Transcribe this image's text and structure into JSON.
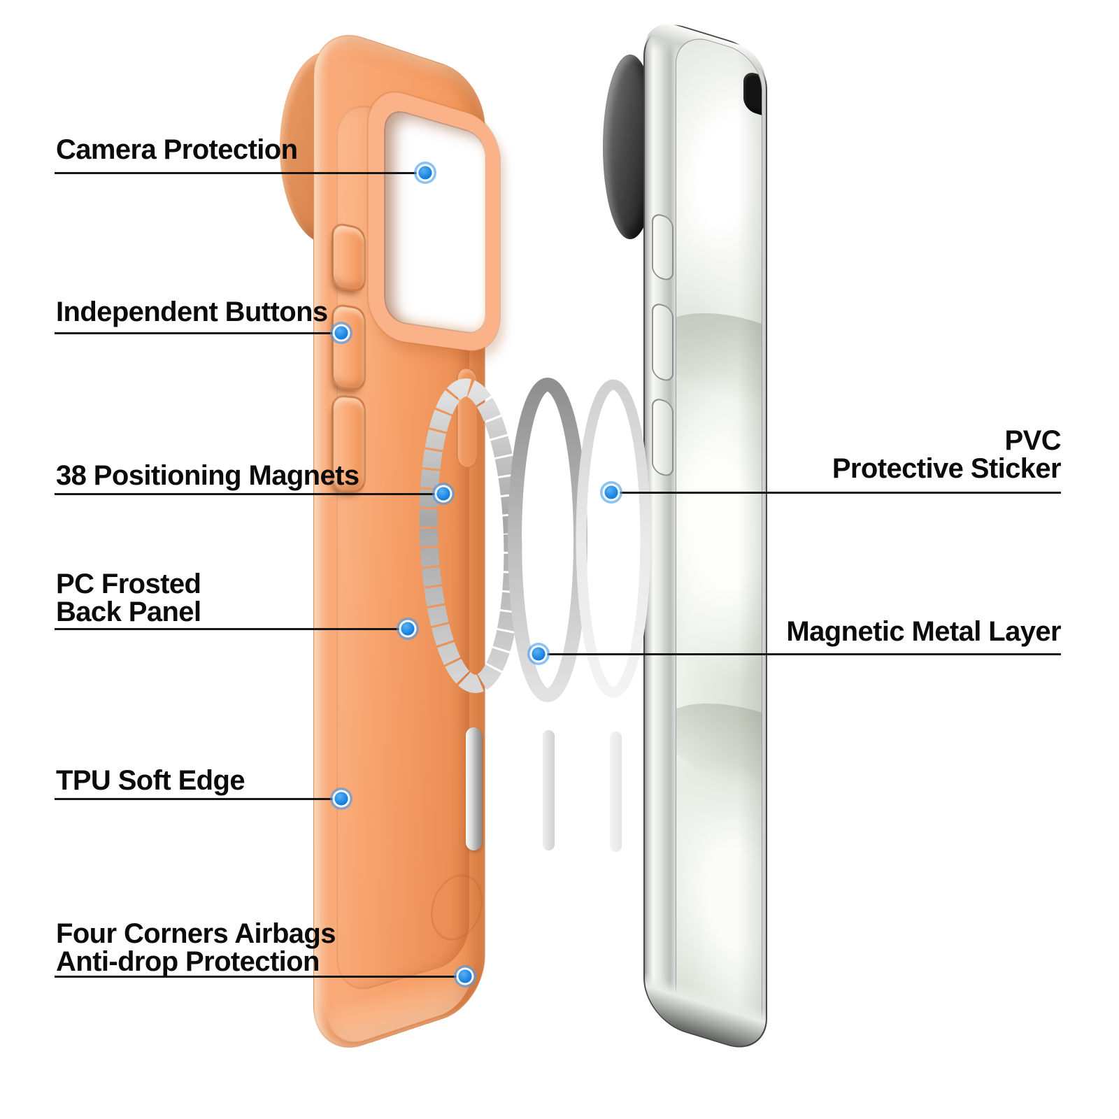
{
  "figure_type": "product-feature-diagram",
  "callouts": {
    "camera_protection": {
      "line1": "Camera Protection"
    },
    "independent_buttons": {
      "line1": "Independent Buttons"
    },
    "positioning_magnets": {
      "line1": "38 Positioning Magnets"
    },
    "pc_frosted": {
      "line1": "PC Frosted",
      "line2": "Back Panel"
    },
    "tpu_soft_edge": {
      "line1": "TPU Soft Edge"
    },
    "four_corners": {
      "line1": "Four Corners Airbags",
      "line2": "Anti-drop Protection"
    },
    "pvc_sticker": {
      "line1": "PVC",
      "line2": "Protective Sticker"
    },
    "magnetic_layer": {
      "line1": "Magnetic Metal Layer"
    }
  },
  "colors": {
    "background": "#ffffff",
    "text": "#0b0b0b",
    "leader_line": "#161616",
    "accent_blue": "#1e88e5",
    "accent_blue_ring": "#64a5eb",
    "case_orange": "#f6a069",
    "case_orange_light": "#fcc49c",
    "case_orange_deep": "#ef9356",
    "phone_chrome": "#d9dbd8",
    "phone_screen_tint": "#e9ece6",
    "camera_bump_gray": "#4c4c4c",
    "ring_silver": "#b5b5b5",
    "ring_light": "#e8e8e8"
  }
}
